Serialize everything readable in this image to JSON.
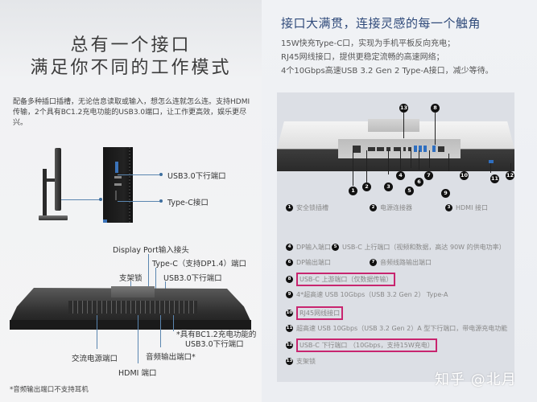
{
  "left_panel": {
    "title_line1": "总有一个接口",
    "title_line2": "满足你不同的工作模式",
    "description": "配备多种插口插槽，无论信息读取或输入，想怎么连就怎么连。支持HDMI传输，2个具有BC1.2充电功能的USB3.0端口，让工作更高效，娱乐更尽兴。",
    "side_labels": {
      "usb_down": "USB3.0下行端口",
      "typec": "Type-C接口"
    },
    "bottom_labels": {
      "displayport": "Display Port输入接头",
      "typec_dp": "Type-C（支持DP1.4）端口",
      "stand_lock": "支架锁",
      "usb_down": "USB3.0下行端口",
      "bc12_line1": "*具有BC1.2充电功能的",
      "bc12_line2": "USB3.0下行端口",
      "ac_power": "交流电源端口",
      "audio_out": "音频输出端口*",
      "hdmi": "HDMI 端口"
    },
    "footnote": "*音频输出端口不支持耳机"
  },
  "right_panel": {
    "title": "接口大满贯，连接灵感的每一个触角",
    "lines": [
      "15W快充Type-C口，实现为手机平板反向充电；",
      "RJ45网线接口，提供更稳定流畅的高速网络；",
      "4个10Gbps高速USB 3.2 Gen 2 Type-A接口，减少等待。"
    ],
    "diagram_numbers": [
      "1",
      "2",
      "3",
      "4",
      "5",
      "6",
      "7",
      "8",
      "9",
      "10",
      "11",
      "12",
      "13"
    ],
    "legend": [
      {
        "n": "1",
        "text": "安全锁插槽",
        "highlight": false
      },
      {
        "n": "2",
        "text": "电源连接器",
        "highlight": false
      },
      {
        "n": "3",
        "text": "HDMI 接口",
        "highlight": false
      },
      {
        "n": "4",
        "text": "DP输入端口",
        "highlight": false
      },
      {
        "n": "5",
        "text": "USB-C 上行端口（视频和数据，高达 90W 的供电功率）",
        "highlight": false
      },
      {
        "n": "6",
        "text": "DP输出端口",
        "highlight": false
      },
      {
        "n": "7",
        "text": "音频线路输出端口",
        "highlight": false
      },
      {
        "n": "8",
        "text": "USB-C 上游端口（仅数据传输）",
        "highlight": true
      },
      {
        "n": "9",
        "text": "4*超高速 USB 10Gbps（USB 3.2 Gen 2） Type-A",
        "highlight": false
      },
      {
        "n": "10",
        "text": "RJ45网线接口",
        "highlight": true
      },
      {
        "n": "11",
        "text": "超高速 USB 10Gbps（USB 3.2 Gen 2）A 型下行端口，带电源充电功能",
        "highlight": false
      },
      {
        "n": "12",
        "text": "USB-C 下行端口 （10Gbps，支持15W充电）",
        "highlight": true
      },
      {
        "n": "13",
        "text": "支架锁",
        "highlight": false
      }
    ],
    "highlight_color": "#c8256f",
    "title_color": "#2f4a7a"
  },
  "watermark": "知乎 @北月"
}
